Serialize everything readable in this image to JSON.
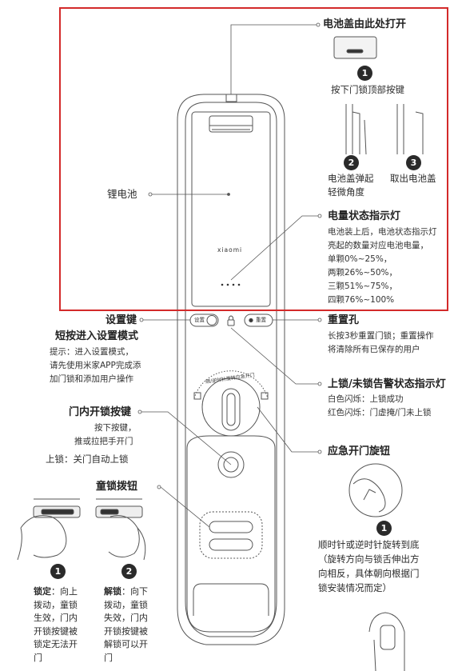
{
  "top": {
    "battery_cover_label": "电池盖由此处打开",
    "step1_num": "1",
    "step1_text": "按下门锁顶部按键",
    "step2_num": "2",
    "step2_text_line1": "电池盖弹起",
    "step2_text_line2": "轻微角度",
    "step3_num": "3",
    "step3_text": "取出电池盖",
    "lithium_battery_label": "锂电池",
    "brand_text": "xiaomi"
  },
  "power_indicator": {
    "title": "电量状态指示灯",
    "lines": [
      "电池装上后，电池状态指示灯",
      "亮起的数量对应电池电量，",
      "单颗0%~25%，",
      "两颗26%~50%，",
      "三颗51%~75%，",
      "四颗76%~100%"
    ]
  },
  "settings": {
    "title": "设置键",
    "subtitle": "短按进入设置模式",
    "lines": [
      "提示：进入设置模式，",
      "请先使用米家APP完成添",
      "加门锁和添加用户操作"
    ],
    "button_text": "设置"
  },
  "reset": {
    "title": "重置孔",
    "lines": [
      "长按3秒重置门锁；重置操作",
      "将清除所有已保存的用户"
    ],
    "button_text": "重置"
  },
  "lock_status": {
    "title": "上锁/未锁告警状态指示灯",
    "lines": [
      "白色闪烁：上锁成功",
      "红色闪烁：门虚掩/门未上锁"
    ]
  },
  "knob_arc_text": "顺/逆时针旋转应急开门",
  "inner_unlock": {
    "title": "门内开锁按键",
    "lines": [
      "按下按键，",
      "推或拉把手开门"
    ],
    "lock_line": "上锁：关门自动上锁"
  },
  "emergency": {
    "title": "应急开门旋钮",
    "num": "1",
    "lines": [
      "顺时针或逆时针旋转到底",
      "（旋转方向与锁舌伸出方",
      "向相反，具体朝向根据门",
      "锁安装情况而定）"
    ]
  },
  "child_lock": {
    "title": "童锁拨钮",
    "step1_num": "1",
    "step2_num": "2",
    "lock_label": "锁定",
    "lock_lines": [
      "：向上",
      "拨动，童锁",
      "生效，门内",
      "开锁按键被",
      "锁定无法开",
      "门"
    ],
    "unlock_label": "解锁",
    "unlock_lines": [
      "：向下",
      "拨动，童锁",
      "失效，门内",
      "开锁按键被",
      "解锁可以开",
      "门"
    ]
  },
  "colors": {
    "highlight_border": "#d32a2a",
    "line": "#555555",
    "badge": "#2a2a2a"
  }
}
